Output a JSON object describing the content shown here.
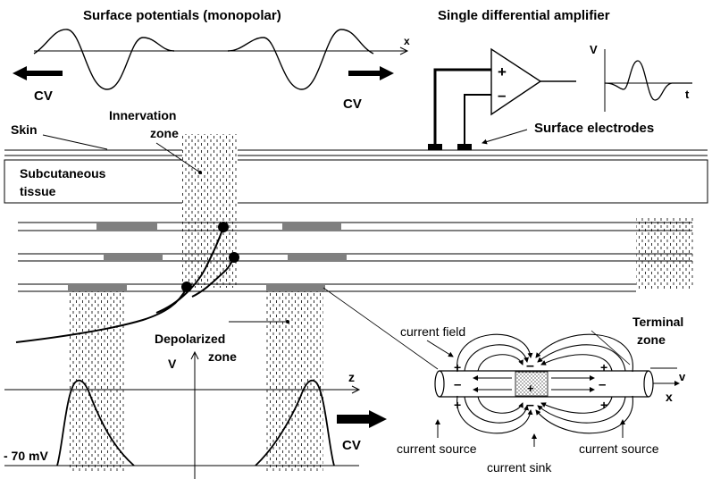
{
  "titles": {
    "surface_potentials": "Surface potentials  (monopolar)",
    "amplifier": "Single differential amplifier"
  },
  "labels": {
    "x_top": "x",
    "cv_left": "CV",
    "cv_right": "CV",
    "cv_bottom": "CV",
    "amp_plus": "+",
    "amp_minus": "–",
    "v_amp": "V",
    "t_amp": "t",
    "surface_electrodes": "Surface electrodes",
    "skin": "Skin",
    "innervation_zone": [
      "Innervation",
      "zone"
    ],
    "subcutaneous_tissue": [
      "Subcutaneous",
      "tissue"
    ],
    "terminal_zone": [
      "Terminal",
      "zone"
    ],
    "depolarized_zone": [
      "Depolarized",
      "zone"
    ],
    "v_axis": "V",
    "z_axis": "z",
    "minus_70": "- 70 mV",
    "current_field": "current field",
    "current_source_left": "current source",
    "current_source_right": "current source",
    "current_sink": "current sink",
    "x_fiber": "x",
    "v_fiber": "v"
  },
  "colors": {
    "line": "#000000",
    "endplate": "#808080",
    "background": "#ffffff"
  }
}
